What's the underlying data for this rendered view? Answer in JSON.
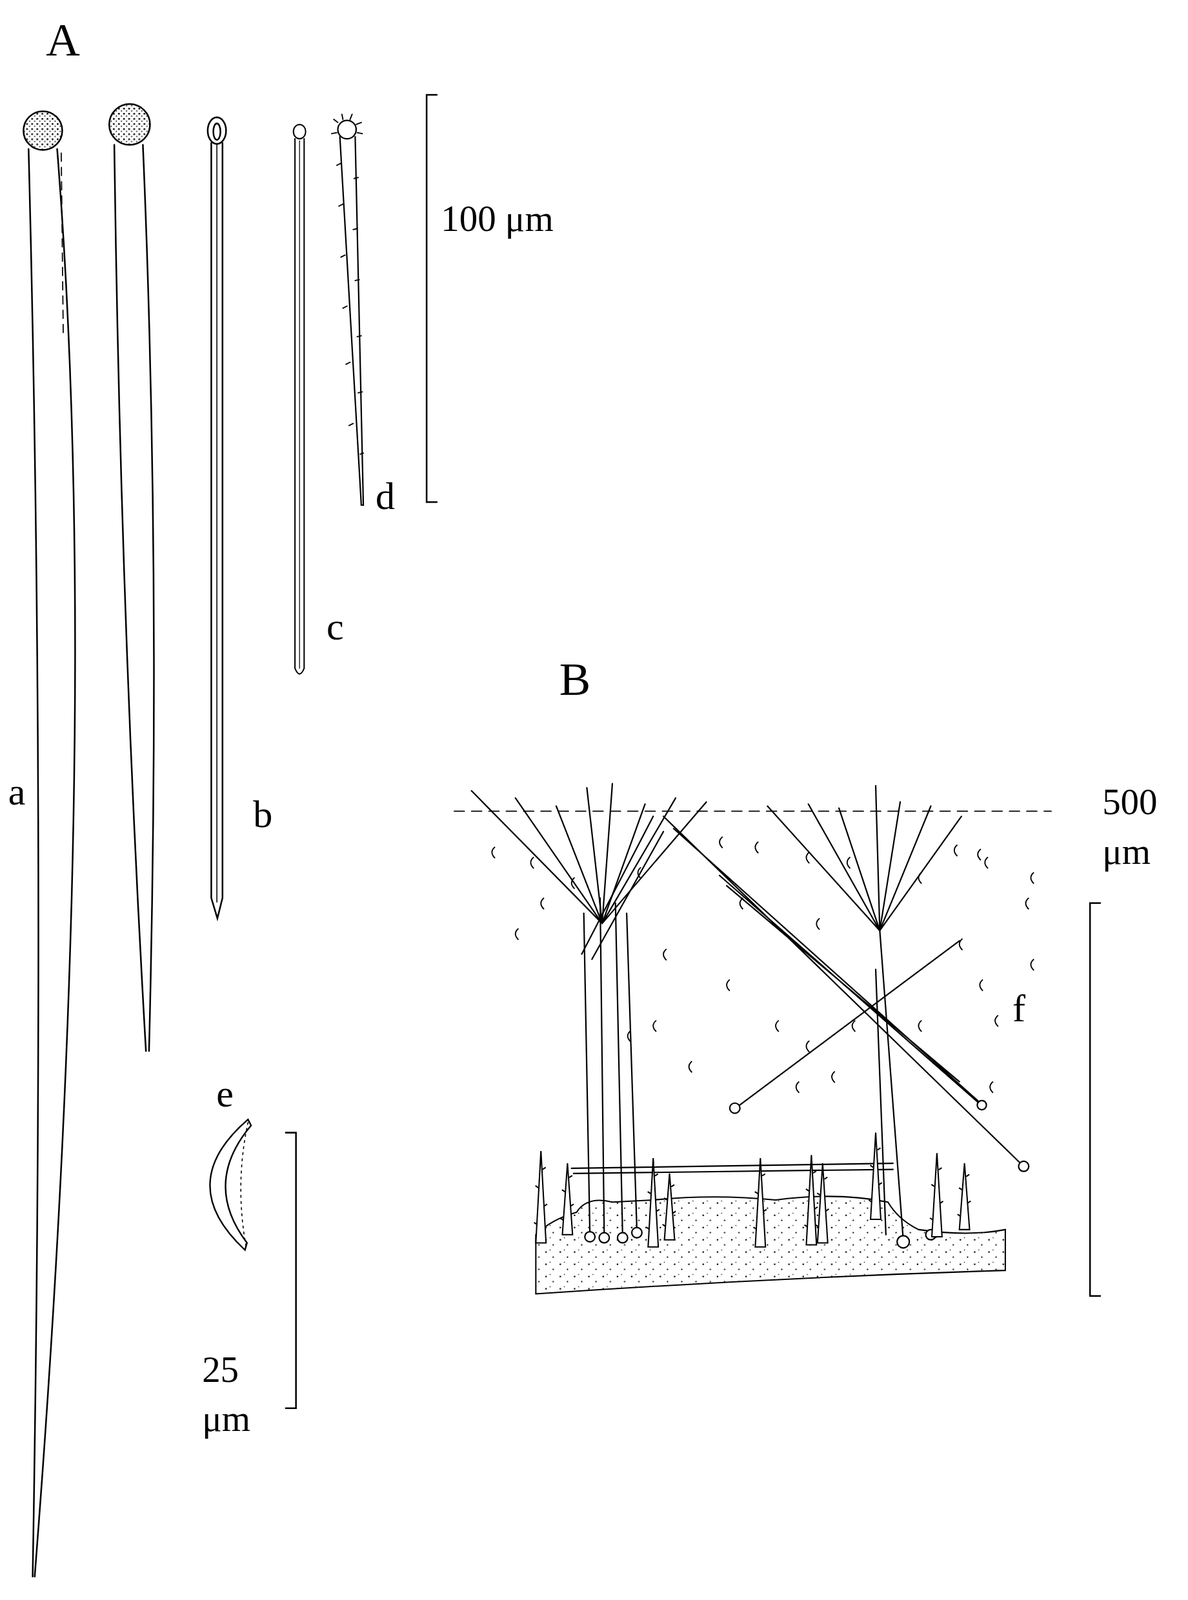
{
  "diagram": {
    "labels": [
      "A",
      "100 μm",
      "a",
      "b",
      "c",
      "d",
      "e",
      "25 μm",
      "B",
      "500 μm",
      "f"
    ]
  }
}
